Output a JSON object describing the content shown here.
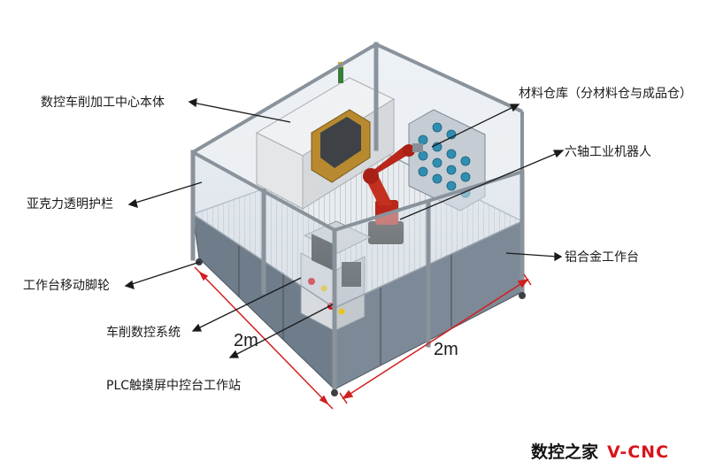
{
  "callouts": {
    "machine_body": "数控车削加工中心本体",
    "warehouse": "材料仓库（分材料仓与成品仓）",
    "robot": "六轴工业机器人",
    "guard": "亚克力透明护栏",
    "table": "铝合金工作台",
    "wheels": "工作台移动脚轮",
    "cnc_system": "车削数控系统",
    "plc_station": "PLC触摸屏中控台工作站"
  },
  "dimensions": {
    "left": "2m",
    "right": "2m"
  },
  "brand": {
    "chinese": "数控之家",
    "english": "V-CNC"
  },
  "colors": {
    "frame": "#9aa3ad",
    "cabinet": "#6f7c8a",
    "machine": "#e4e6e8",
    "machine_door": "#b8892e",
    "robot": "#b9261c",
    "dimension_line": "#d21f1f",
    "brand_accent": "#d9141b"
  }
}
